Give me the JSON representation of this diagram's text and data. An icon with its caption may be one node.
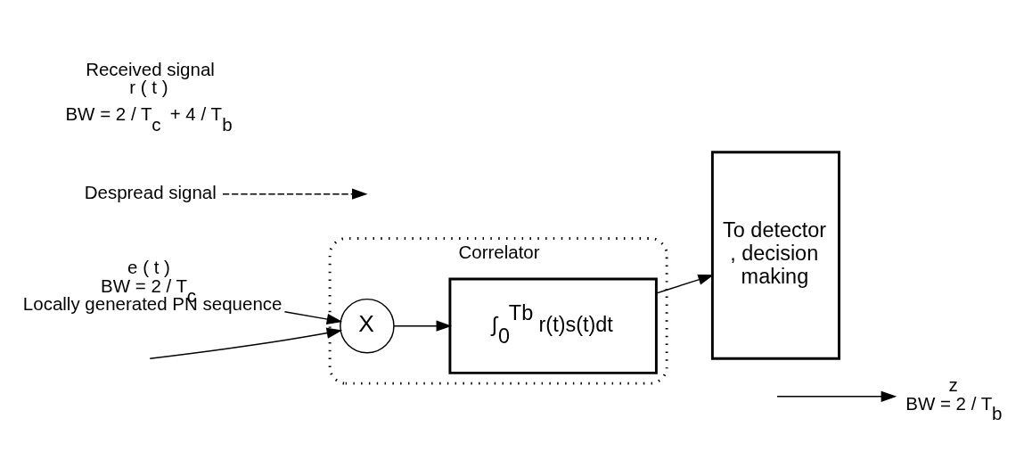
{
  "diagram": {
    "nodes": [
      {
        "text": [
          "Correlator"
        ]
      },
      {
        "text": [
          "X"
        ],
        "in": 0
      },
      {
        "text": [
          "∫$_{0}$$^{Tb}$ r(t)s(t)dt"
        ],
        "in": 0
      },
      {
        "text": [
          "To detector , decision making"
        ]
      },
      {
        "text": [
          "Despread signal"
        ]
      },
      {
        "text": [
          "e ( t )"
        ],
        "beside": [
          "BW = 2 / T$_{c}$",
          "Locally generated PN sequence"
        ]
      },
      {
        "text": [
          "z"
        ],
        "beside": [
          "BW = 2 / T$_{b}$"
        ]
      }
    ],
    "edges": [
      {
        "from": null,
        "to": 1,
        "arrow": "to"
      },
      {
        "from": 5,
        "to": 1,
        "arrow": "to"
      },
      {
        "from": 1,
        "to": 2,
        "arrow": "to"
      },
      {
        "from": 2,
        "to": 3,
        "arrow": "to"
      },
      {
        "from": 4,
        "to": null,
        "arrow": "to",
        "style": "dashed"
      },
      {
        "from": null,
        "to": 6,
        "arrow": "to"
      }
    ],
    "labels": [
      "Received signal",
      "r ( t )",
      "BW = 2 / T$_{c}$ + 4 / T$_{b}$"
    ]
  }
}
